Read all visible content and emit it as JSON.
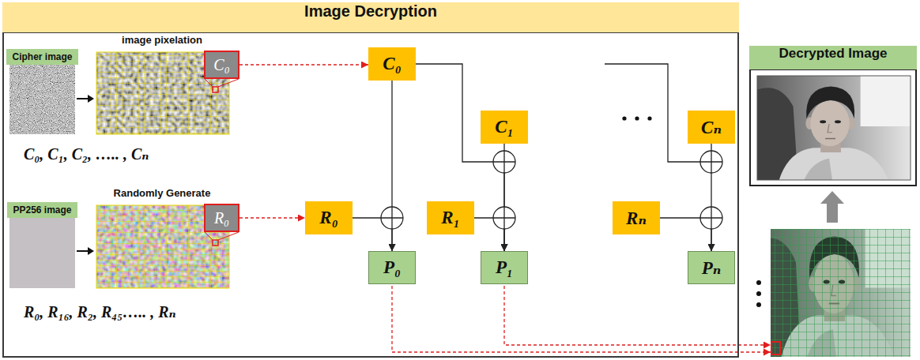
{
  "diagram": {
    "nodes": [
      {
        "text": [
          "Image Decryption"
        ]
      },
      {
        "text": [
          "Cipher image"
        ],
        "in": 0
      },
      {
        "text": [
          "C₀"
        ],
        "in": 0
      },
      {
        "text": [
          "PP256 image"
        ],
        "in": 0
      },
      {
        "text": [
          "R₀"
        ],
        "in": 0
      },
      {
        "text": [
          "C₀"
        ],
        "in": 0
      },
      {
        "text": [
          "C₁"
        ],
        "in": 0
      },
      {
        "text": [
          "Cₙ"
        ],
        "in": 0
      },
      {
        "text": [
          "R₀"
        ],
        "in": 0
      },
      {
        "text": [
          "R₁"
        ],
        "in": 0
      },
      {
        "text": [
          "Rₙ"
        ],
        "in": 0
      },
      {
        "text": [
          "P₀"
        ],
        "in": 0
      },
      {
        "text": [
          "P₁"
        ],
        "in": 0
      },
      {
        "text": [
          "Pₙ"
        ],
        "in": 0
      },
      {
        "text": [
          "Decrypted Image"
        ]
      }
    ],
    "edges": [
      {
        "from": 2,
        "to": 5,
        "arrow": "to"
      },
      {
        "from": 4,
        "to": 8,
        "arrow": "to"
      },
      {
        "from": 5,
        "to": 11,
        "arrow": "to"
      },
      {
        "from": 8,
        "to": 11,
        "arrow": "to"
      },
      {
        "from": 5,
        "to": 12,
        "arrow": "to"
      },
      {
        "from": 6,
        "to": 12,
        "arrow": "to"
      },
      {
        "from": 9,
        "to": 12,
        "arrow": "to"
      },
      {
        "from": 7,
        "to": 13,
        "arrow": "to"
      },
      {
        "from": 10,
        "to": 13,
        "arrow": "to"
      }
    ],
    "labels": [
      "image pixelation",
      "Randomly Generate",
      "C₀, C₁, C₂, ….. , Cₙ",
      "R₀, R₁₆, R₂, R₄₅….. , Rₙ"
    ]
  }
}
